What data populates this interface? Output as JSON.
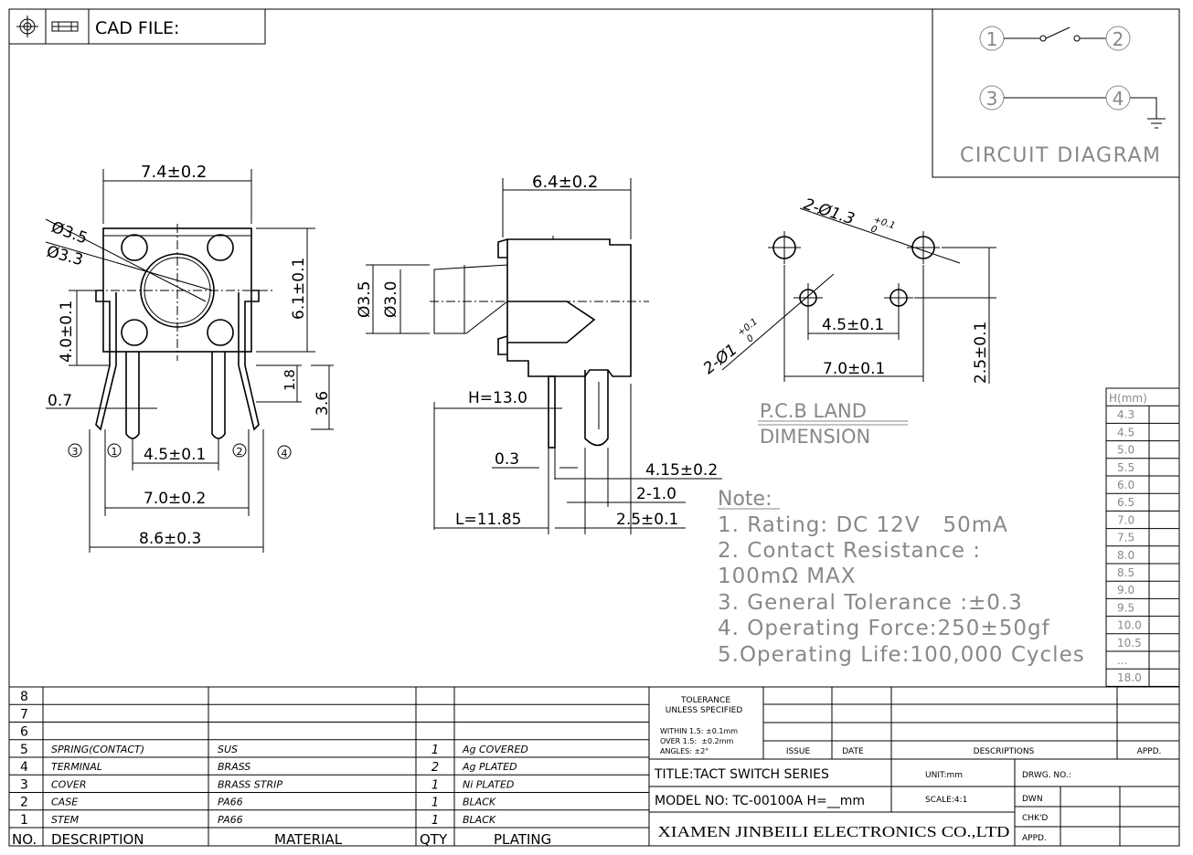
{
  "header": {
    "cad_label": "CAD FILE:",
    "projection_icon": "first-angle-projection-icon"
  },
  "circuit": {
    "title": "CIRCUIT DIAGRAM",
    "pins": [
      "1",
      "2",
      "3",
      "4"
    ]
  },
  "front_view": {
    "dims": {
      "width": "7.4±0.2",
      "dia_outer": "Ø3.5",
      "dia_inner": "Ø3.3",
      "height": "6.1±0.1",
      "stem_height": "4.0±0.1",
      "offset": "0.7",
      "pin_h1": "1.8",
      "pin_h2": "3.6",
      "pin_spacing": "4.5±0.1",
      "pin_span": "7.0±0.2",
      "overall": "8.6±0.3"
    },
    "pins": [
      "3",
      "1",
      "2",
      "4"
    ]
  },
  "side_view": {
    "dims": {
      "depth": "6.4±0.2",
      "dia_a": "Ø3.5",
      "dia_b": "Ø3.0",
      "h": "H=13.0",
      "t": "0.3",
      "d1": "4.15±0.2",
      "d2": "2-1.0",
      "l": "L=11.85",
      "d3": "2.5±0.1"
    }
  },
  "pcb": {
    "hole_large": "2-Ø1.3",
    "hole_large_tol": "+0.1",
    "hole_large_tol2": "0",
    "hole_small": "2-Ø1",
    "hole_small_tol": "+0.1",
    "hole_small_tol2": "0",
    "spacing_small": "4.5±0.1",
    "spacing_large": "7.0±0.1",
    "vertical": "2.5±0.1",
    "title1": "P.C.B LAND",
    "title2": "DIMENSION"
  },
  "notes": {
    "heading": "Note:",
    "lines": [
      "1. Rating: DC 12V   50mA",
      "2. Contact Resistance :",
      "100mΩ MAX",
      "3. General Tolerance :±0.3",
      "4. Operating Force:250±50gf",
      "5.Operating Life:100,000 Cycles"
    ]
  },
  "h_table": {
    "header": "H(mm)",
    "values": [
      "4.3",
      "4.5",
      "5.0",
      "5.5",
      "6.0",
      "6.5",
      "7.0",
      "7.5",
      "8.0",
      "8.5",
      "9.0",
      "9.5",
      "10.0",
      "10.5",
      "...",
      "18.0"
    ]
  },
  "bom": {
    "headers": {
      "no": "NO.",
      "desc": "DESCRIPTION",
      "mat": "MATERIAL",
      "qty": "QTY",
      "plat": "PLATING"
    },
    "rows": [
      {
        "no": "8",
        "desc": "",
        "mat": "",
        "qty": "",
        "plat": ""
      },
      {
        "no": "7",
        "desc": "",
        "mat": "",
        "qty": "",
        "plat": ""
      },
      {
        "no": "6",
        "desc": "",
        "mat": "",
        "qty": "",
        "plat": ""
      },
      {
        "no": "5",
        "desc": "SPRING(CONTACT)",
        "mat": "SUS",
        "qty": "1",
        "plat": "Ag COVERED"
      },
      {
        "no": "4",
        "desc": "TERMINAL",
        "mat": "BRASS",
        "qty": "2",
        "plat": "Ag PLATED"
      },
      {
        "no": "3",
        "desc": "COVER",
        "mat": "BRASS STRIP",
        "qty": "1",
        "plat": "Ni PLATED"
      },
      {
        "no": "2",
        "desc": "CASE",
        "mat": "PA66",
        "qty": "1",
        "plat": "BLACK"
      },
      {
        "no": "1",
        "desc": "STEM",
        "mat": "PA66",
        "qty": "1",
        "plat": "BLACK"
      }
    ]
  },
  "title_block": {
    "tol1": "TOLERANCE",
    "tol2": "UNLESS SPECIFIED",
    "within": "WITHIN 1.5: ±0.1mm",
    "over": "OVER 1.5:  ±0.2mm",
    "angles": "ANGLES: ±2°",
    "issue": "ISSUE",
    "date": "DATE",
    "descriptions": "DESCRIPTIONS",
    "appd": "APPD.",
    "title": "TITLE:TACT SWITCH SERIES",
    "unit": "UNIT:mm",
    "drwg": "DRWG. NO.:",
    "model": "MODEL NO: TC-00100A H=__mm",
    "scale": "SCALE:4:1",
    "dwn": "DWN",
    "chkd": "CHK'D",
    "appd2": "APPD.",
    "company": "XIAMEN JINBEILI ELECTRONICS CO.,LTD"
  }
}
